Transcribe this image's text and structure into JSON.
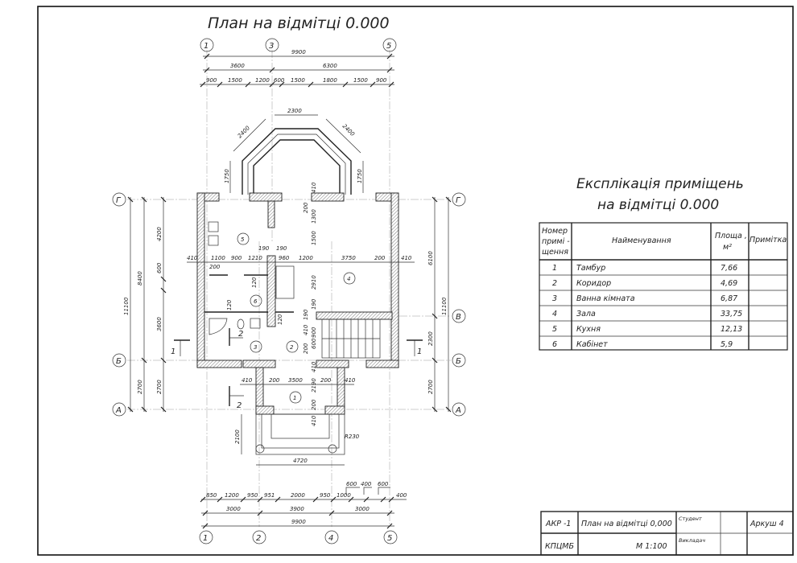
{
  "drawing": {
    "title": "План на відмітці  0.000",
    "axes": {
      "top": [
        "1",
        "3",
        "5"
      ],
      "bottom": [
        "1",
        "2",
        "4",
        "5"
      ],
      "left": [
        "Г",
        "Б",
        "А"
      ],
      "right": [
        "Г",
        "В",
        "Б",
        "А"
      ]
    },
    "dims_top": {
      "overall": "9900",
      "row2": [
        "3600",
        "6300"
      ],
      "row3": [
        "900",
        "1500",
        "1200",
        "600",
        "1500",
        "1800",
        "1500",
        "900"
      ]
    },
    "dims_bottom": {
      "row1": [
        "850",
        "1200",
        "950",
        "951",
        "2000",
        "950",
        "1000",
        "600",
        "400",
        "600",
        "400"
      ],
      "row2": [
        "3000",
        "3900",
        "3000"
      ],
      "overall": "9900"
    },
    "dims_left": [
      "11100",
      "8400",
      "2700",
      "4200",
      "600",
      "3600",
      "2700"
    ],
    "dims_right": [
      "6100",
      "11100",
      "2300",
      "2700"
    ],
    "dims_bay": [
      "2300",
      "2400",
      "2400",
      "1750",
      "1750"
    ],
    "dims_interior": [
      "410",
      "1100",
      "900",
      "1210",
      "960",
      "1200",
      "3750",
      "200",
      "410",
      "200",
      "190",
      "190",
      "120",
      "120",
      "120",
      "2910",
      "1500",
      "1300",
      "200",
      "410",
      "190",
      "190",
      "410",
      "900",
      "600",
      "200",
      "410",
      "200",
      "3500",
      "2190",
      "200",
      "410",
      "200",
      "410",
      "2100",
      "4720",
      "R230"
    ],
    "rooms": [
      "1",
      "2",
      "3",
      "4",
      "5",
      "6"
    ],
    "section_marks": [
      "1",
      "1",
      "2",
      "2"
    ]
  },
  "explication": {
    "title_line1": "Експлікація приміщень",
    "title_line2": "на відмітці  0.000",
    "headers": {
      "number": [
        "Номер",
        "примі -",
        "щення"
      ],
      "name": "Найменування",
      "area": [
        "Площа ,",
        "м²"
      ],
      "note": "Примітка"
    },
    "rows": [
      {
        "num": "1",
        "name": "Тамбур",
        "area": "7,66",
        "note": ""
      },
      {
        "num": "2",
        "name": "Коридор",
        "area": "4,69",
        "note": ""
      },
      {
        "num": "3",
        "name": "Ванна кімната",
        "area": "6,87",
        "note": ""
      },
      {
        "num": "4",
        "name": "Зала",
        "area": "33,75",
        "note": ""
      },
      {
        "num": "5",
        "name": "Кухня",
        "area": "12,13",
        "note": ""
      },
      {
        "num": "6",
        "name": "Кабінет",
        "area": "5,9",
        "note": ""
      }
    ]
  },
  "title_block": {
    "code": "АКР -1",
    "org": "КПЦМБ",
    "sheet_title": "План на відмітці 0,000",
    "scale": "М 1:100",
    "student_label": "Студент",
    "teacher_label": "Викладач",
    "sheet": "Аркуш 4"
  }
}
